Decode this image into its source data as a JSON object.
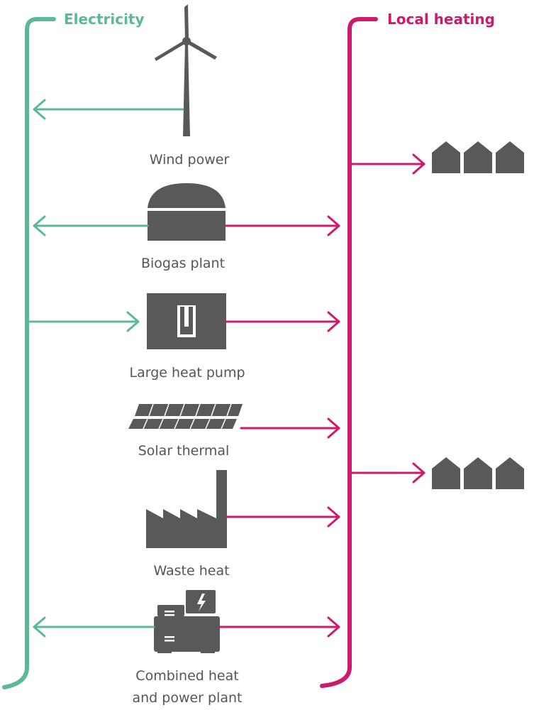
{
  "colors": {
    "electricity": "#5bb89a",
    "heating": "#cc1a6c",
    "icon": "#595959",
    "label": "#555555"
  },
  "buses": {
    "electricity": {
      "label": "Electricity"
    },
    "heating": {
      "label": "Local heating"
    }
  },
  "sources": [
    {
      "id": "wind",
      "label": "Wind power",
      "electricity": "output",
      "heating": "none",
      "icon": "wind-turbine-icon"
    },
    {
      "id": "biogas",
      "label": "Biogas plant",
      "electricity": "output",
      "heating": "output",
      "icon": "biogas-dome-icon"
    },
    {
      "id": "heatpump",
      "label": "Large heat pump",
      "electricity": "input",
      "heating": "output",
      "icon": "heat-pump-icon"
    },
    {
      "id": "solar",
      "label": "Solar thermal",
      "electricity": "none",
      "heating": "output",
      "icon": "solar-panels-icon"
    },
    {
      "id": "waste",
      "label": "Waste heat",
      "electricity": "none",
      "heating": "output",
      "icon": "factory-icon"
    },
    {
      "id": "chp",
      "label_lines": [
        "Combined heat",
        "and power plant"
      ],
      "electricity": "output",
      "heating": "output",
      "icon": "chp-generator-icon"
    }
  ],
  "consumers": [
    {
      "id": "houses-top",
      "icon": "houses-icon",
      "count": 3
    },
    {
      "id": "houses-bottom",
      "icon": "houses-icon",
      "count": 3
    }
  ]
}
